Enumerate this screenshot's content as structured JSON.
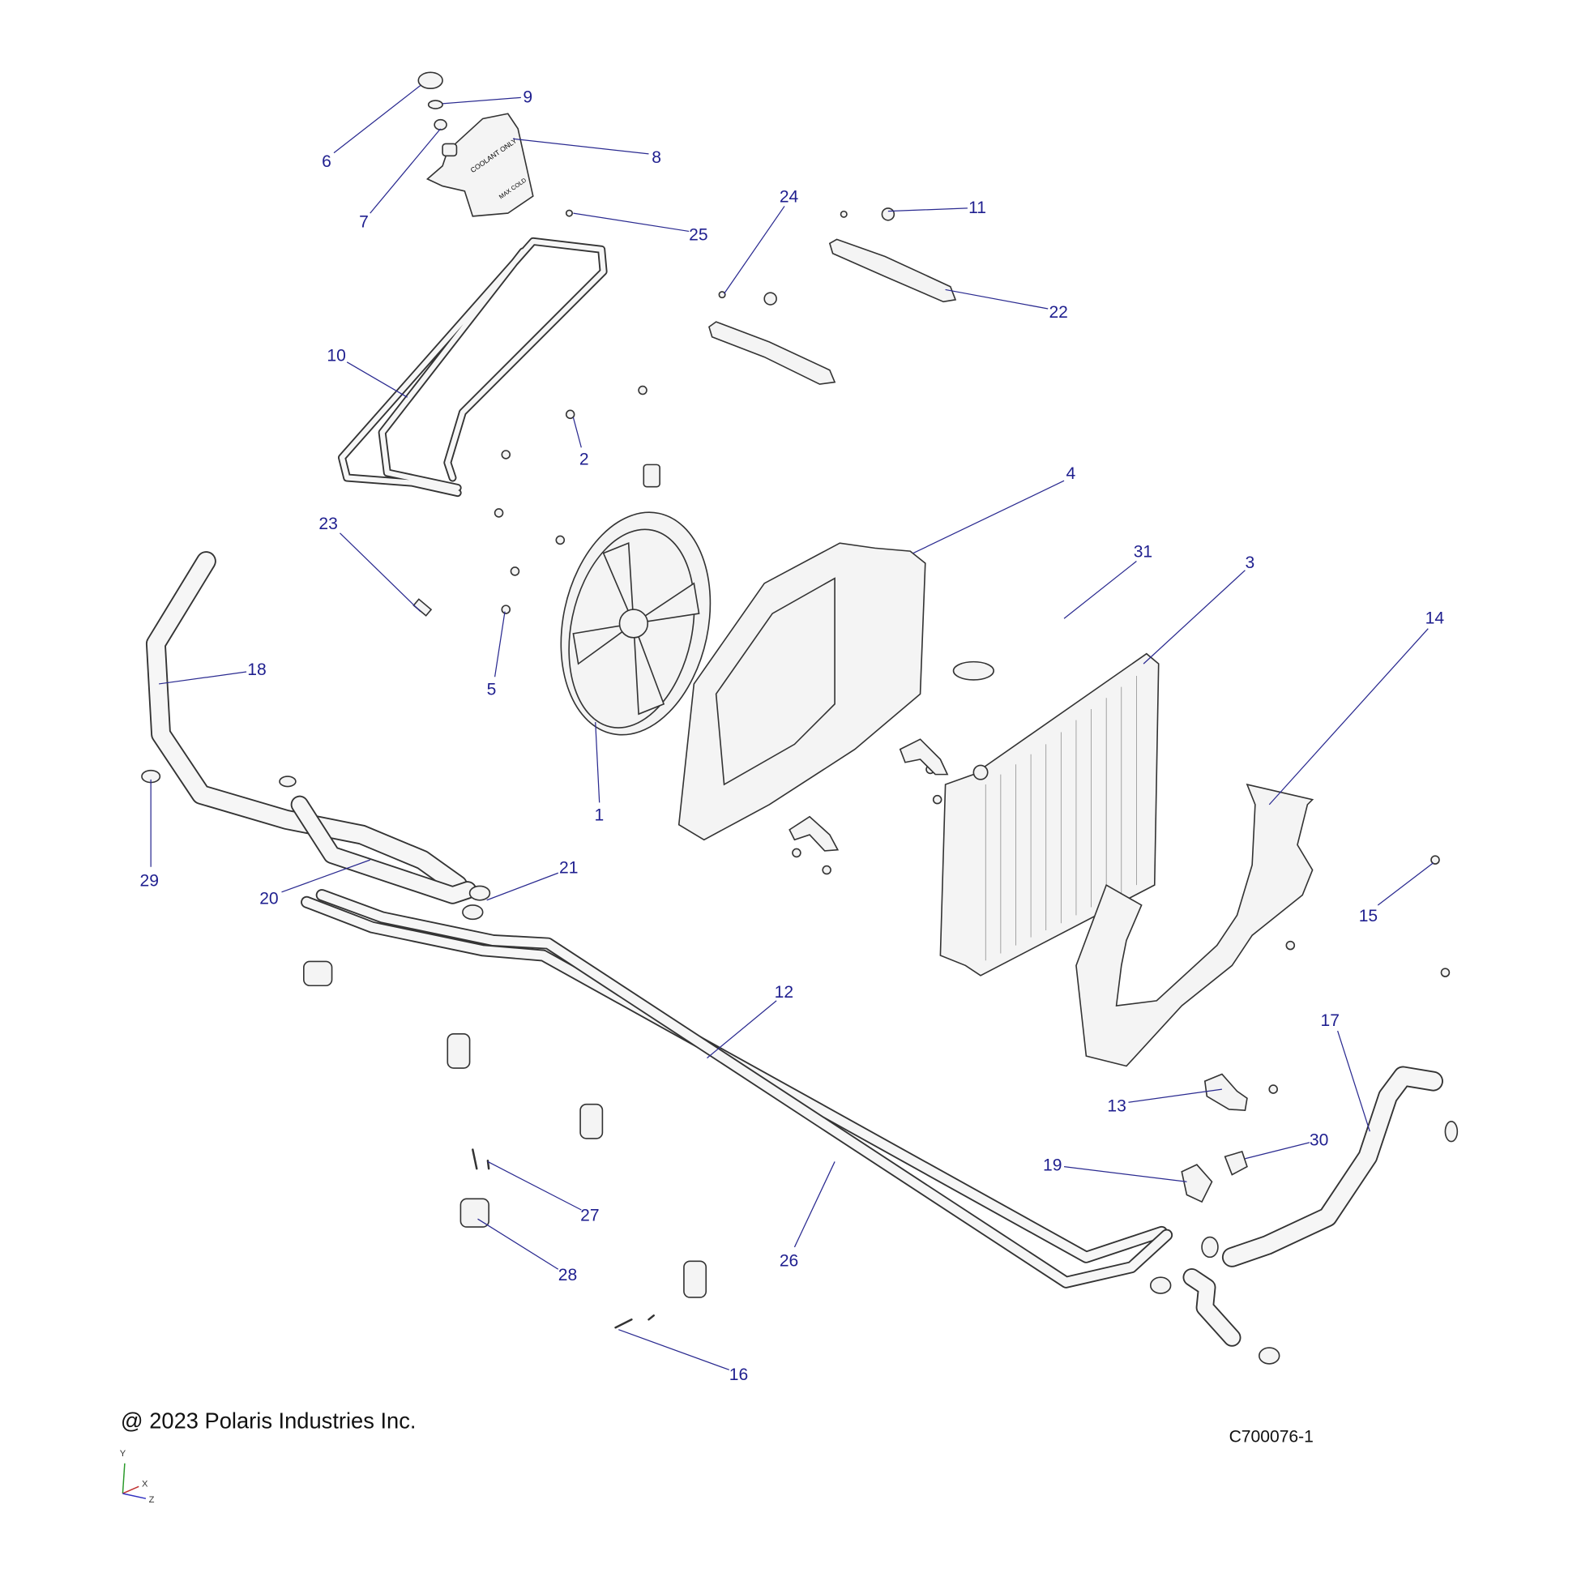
{
  "diagram": {
    "copyright": "@ 2023 Polaris Industries Inc.",
    "drawing_code": "C700076-1",
    "tank_text": [
      "COOLANT ONLY",
      "MAX COLD"
    ],
    "axes": {
      "y": "Y",
      "x": "X",
      "z": "Z"
    },
    "callouts": {
      "c1": "1",
      "c2": "2",
      "c3": "3",
      "c4": "4",
      "c5": "5",
      "c6": "6",
      "c7": "7",
      "c8": "8",
      "c9": "9",
      "c10": "10",
      "c11": "11",
      "c12": "12",
      "c13": "13",
      "c14": "14",
      "c15": "15",
      "c16": "16",
      "c17": "17",
      "c18": "18",
      "c19": "19",
      "c20": "20",
      "c21": "21",
      "c22": "22",
      "c23": "23",
      "c24": "24",
      "c25": "25",
      "c26": "26",
      "c27": "27",
      "c28": "28",
      "c29": "29",
      "c30": "30",
      "c31": "31"
    },
    "colors": {
      "callout": "#1f1f8f",
      "line": "#333333"
    }
  }
}
